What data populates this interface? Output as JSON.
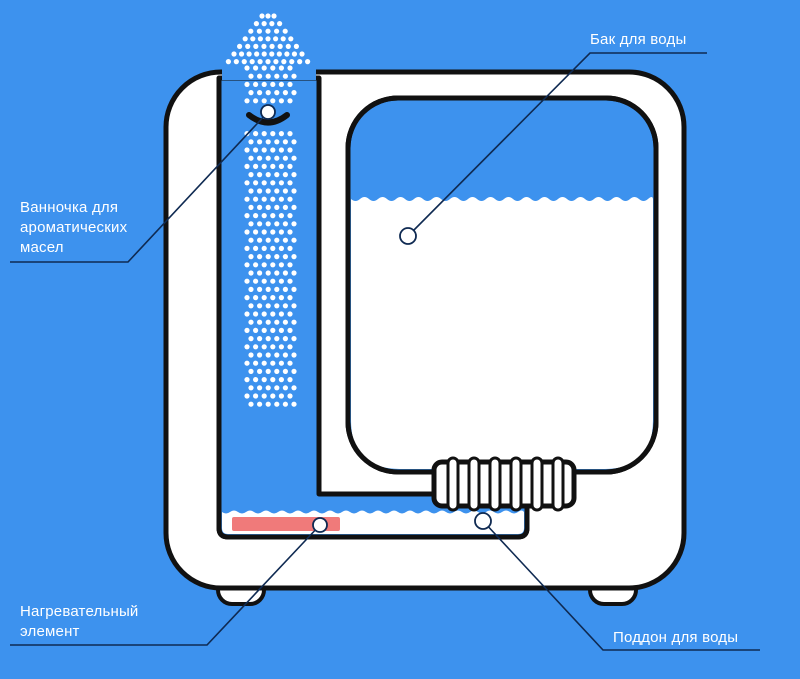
{
  "colors": {
    "background": "#3d92ee",
    "body_fill": "#ffffff",
    "outline": "#111111",
    "steam_dots": "#ffffff",
    "heater": "#f07a7a",
    "water_edge": "#3d92ee",
    "callout_line": "#0f2a52"
  },
  "labels": {
    "water_tank": "Бак для воды",
    "oil_tray_line1": "Ванночка для",
    "oil_tray_line2": "ароматических",
    "oil_tray_line3": "масел",
    "heating_element_line1": "Нагревательный",
    "heating_element_line2": "элемент",
    "water_tray": "Поддон для воды"
  }
}
